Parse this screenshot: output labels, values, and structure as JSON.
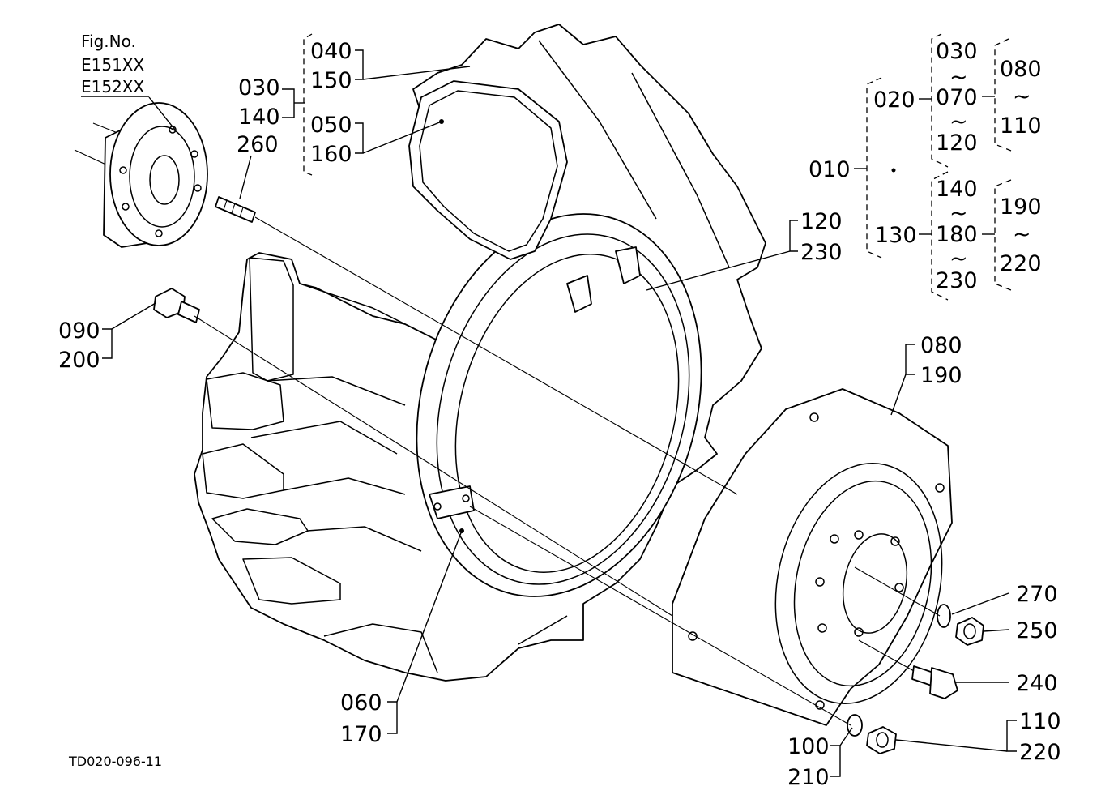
{
  "figure": {
    "fig_no_label": "Fig.No.",
    "fig_numbers": [
      "E151XX",
      "E152XX"
    ],
    "drawing_code": "TD020-096-11"
  },
  "callouts": {
    "c030": "030",
    "c140a": "140",
    "c260": "260",
    "c040": "040",
    "c150": "150",
    "c050": "050",
    "c160": "160",
    "c090": "090",
    "c200": "200",
    "c120a": "120",
    "c230a": "230",
    "c080a": "080",
    "c190a": "190",
    "c270": "270",
    "c250": "250",
    "c240": "240",
    "c110a": "110",
    "c220a": "220",
    "c100": "100",
    "c210": "210",
    "c060": "060",
    "c170": "170"
  },
  "tree": {
    "root": "010",
    "g1": "020",
    "g1_items": [
      "030",
      "070",
      "120"
    ],
    "g1_sub": [
      "080",
      "110"
    ],
    "g2": "130",
    "g2_items": [
      "140",
      "180",
      "230"
    ],
    "g2_sub": [
      "190",
      "220"
    ],
    "range_symbol": "~"
  }
}
